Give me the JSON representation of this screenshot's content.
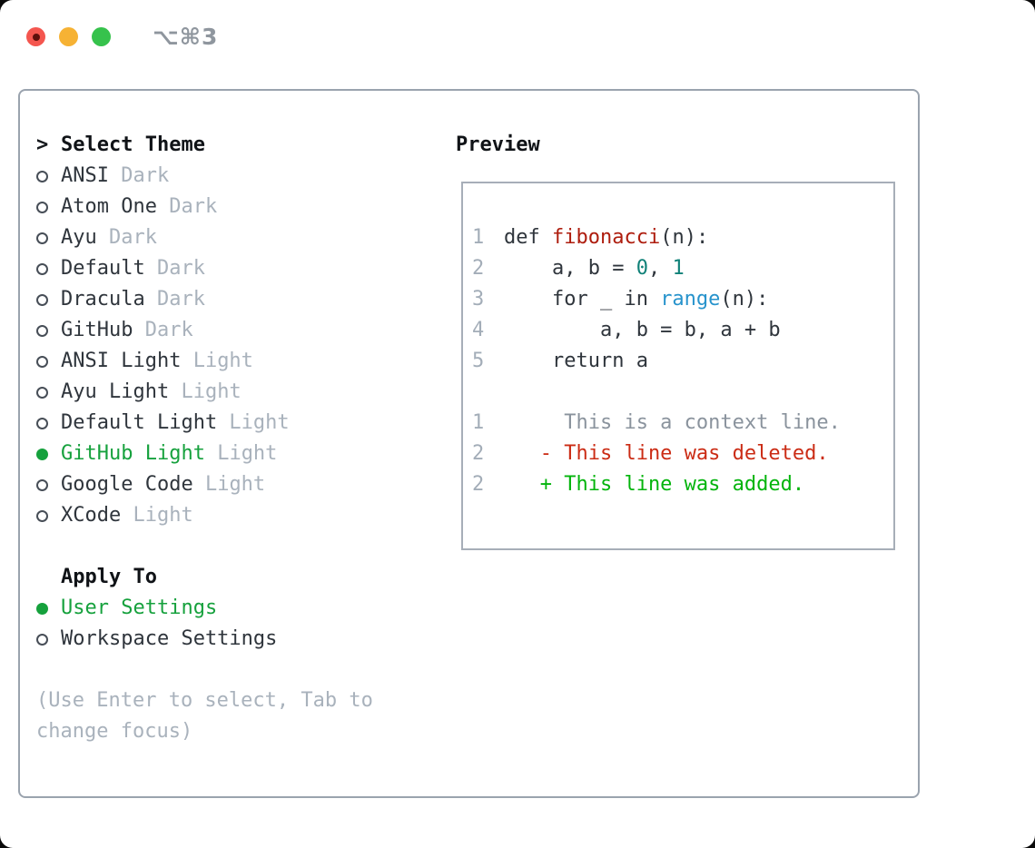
{
  "colors": {
    "selected_green": "#16a13d",
    "added_green": "#03b40c",
    "deleted_red": "#cb2c15",
    "function_red": "#ae1d0e",
    "number_teal": "#108178",
    "builtin_blue": "#2793cc",
    "muted_gray": "#a9b2bc",
    "panel_border": "#9aa3ae"
  },
  "titlebar": {
    "title": "⌥⌘3"
  },
  "left": {
    "focus_marker": ">",
    "header": "Select Theme",
    "themes": [
      {
        "name": "ANSI",
        "variant": "Dark",
        "selected": false
      },
      {
        "name": "Atom One",
        "variant": "Dark",
        "selected": false
      },
      {
        "name": "Ayu",
        "variant": "Dark",
        "selected": false
      },
      {
        "name": "Default",
        "variant": "Dark",
        "selected": false
      },
      {
        "name": "Dracula",
        "variant": "Dark",
        "selected": false
      },
      {
        "name": "GitHub",
        "variant": "Dark",
        "selected": false
      },
      {
        "name": "ANSI Light",
        "variant": "Light",
        "selected": false
      },
      {
        "name": "Ayu Light",
        "variant": "Light",
        "selected": false
      },
      {
        "name": "Default Light",
        "variant": "Light",
        "selected": false
      },
      {
        "name": "GitHub Light",
        "variant": "Light",
        "selected": true
      },
      {
        "name": "Google Code",
        "variant": "Light",
        "selected": false
      },
      {
        "name": "XCode",
        "variant": "Light",
        "selected": false
      }
    ],
    "apply_header": "Apply To",
    "apply_options": [
      {
        "label": "User Settings",
        "selected": true
      },
      {
        "label": "Workspace Settings",
        "selected": false
      }
    ],
    "hint_lines": [
      "(Use Enter to select, Tab to",
      "change focus)"
    ]
  },
  "preview": {
    "header": "Preview",
    "lines": [
      {
        "lineno": "1",
        "tokens": [
          {
            "text": "def ",
            "style": "plain"
          },
          {
            "text": "fibonacci",
            "style": "function"
          },
          {
            "text": "(n):",
            "style": "plain"
          }
        ]
      },
      {
        "lineno": "2",
        "tokens": [
          {
            "text": "    a, b = ",
            "style": "plain"
          },
          {
            "text": "0",
            "style": "number"
          },
          {
            "text": ", ",
            "style": "plain"
          },
          {
            "text": "1",
            "style": "number"
          }
        ]
      },
      {
        "lineno": "3",
        "tokens": [
          {
            "text": "    for _ in ",
            "style": "plain"
          },
          {
            "text": "range",
            "style": "builtin"
          },
          {
            "text": "(n):",
            "style": "plain"
          }
        ]
      },
      {
        "lineno": "4",
        "tokens": [
          {
            "text": "        a, b = b, a + b",
            "style": "plain"
          }
        ]
      },
      {
        "lineno": "5",
        "tokens": [
          {
            "text": "    return a",
            "style": "plain"
          }
        ]
      },
      {
        "lineno": "",
        "tokens": []
      },
      {
        "lineno": "1",
        "tokens": [
          {
            "text": "     This is a context line.",
            "style": "context"
          }
        ]
      },
      {
        "lineno": "2",
        "tokens": [
          {
            "text": "   - This line was deleted.",
            "style": "deleted"
          }
        ]
      },
      {
        "lineno": "2",
        "tokens": [
          {
            "text": "   + This line was added.",
            "style": "added"
          }
        ]
      }
    ]
  }
}
